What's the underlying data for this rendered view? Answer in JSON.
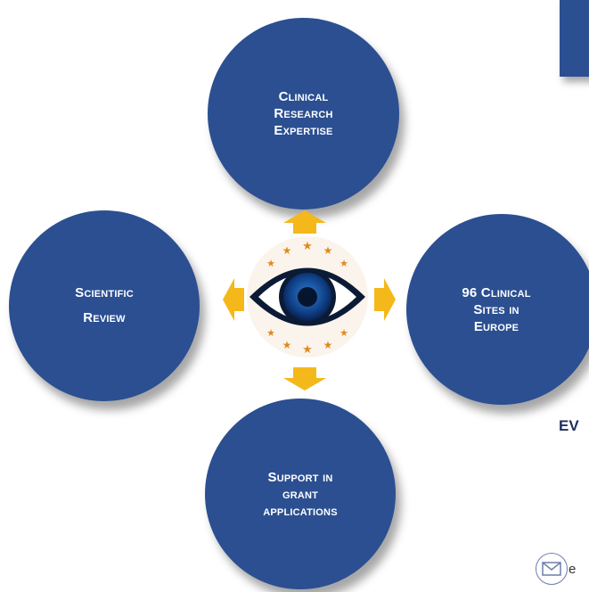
{
  "circles": {
    "top": [
      "Clinical",
      "Research",
      "Expertise"
    ],
    "left": [
      "Scientific",
      "Review"
    ],
    "right": [
      "96 Clinical",
      "Sites in",
      "Europe"
    ],
    "bottom": [
      "Support in",
      "grant",
      "applications"
    ]
  },
  "edge": {
    "text": "EV",
    "mail_text": "e"
  },
  "icons": {
    "arrows": "arrow-icon",
    "logo": "eye-stars-logo",
    "mail": "envelope-icon"
  },
  "colors": {
    "circle": "#2b4f91",
    "arrow": "#f5b81b",
    "star": "#e08a22",
    "text": "#ffffff"
  }
}
